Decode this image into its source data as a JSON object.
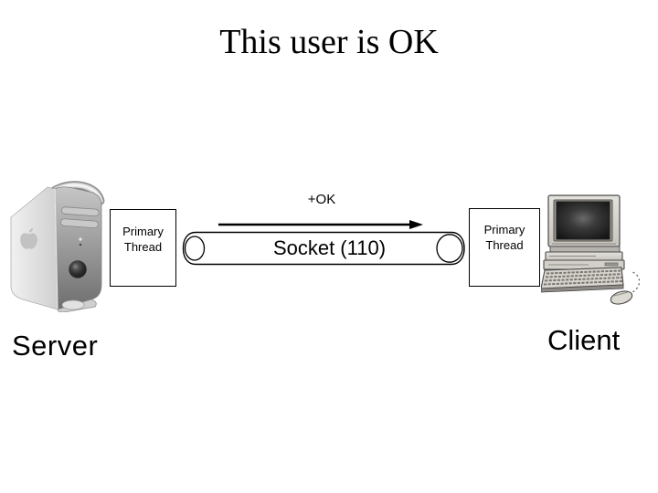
{
  "colors": {
    "ink": "#000000",
    "background": "#ffffff"
  },
  "slide": {
    "title": "This user is OK",
    "diagram": {
      "message_label": "+OK",
      "socket_label": "Socket (110)",
      "server_thread_box": {
        "line1": "Primary",
        "line2": "Thread"
      },
      "client_thread_box": {
        "line1": "Primary",
        "line2": "Thread"
      },
      "server_caption": "Server",
      "client_caption": "Client",
      "server_image": "mac-g4-tower-photo",
      "client_image": "desktop-pc-with-crt-keyboard-mouse"
    }
  }
}
